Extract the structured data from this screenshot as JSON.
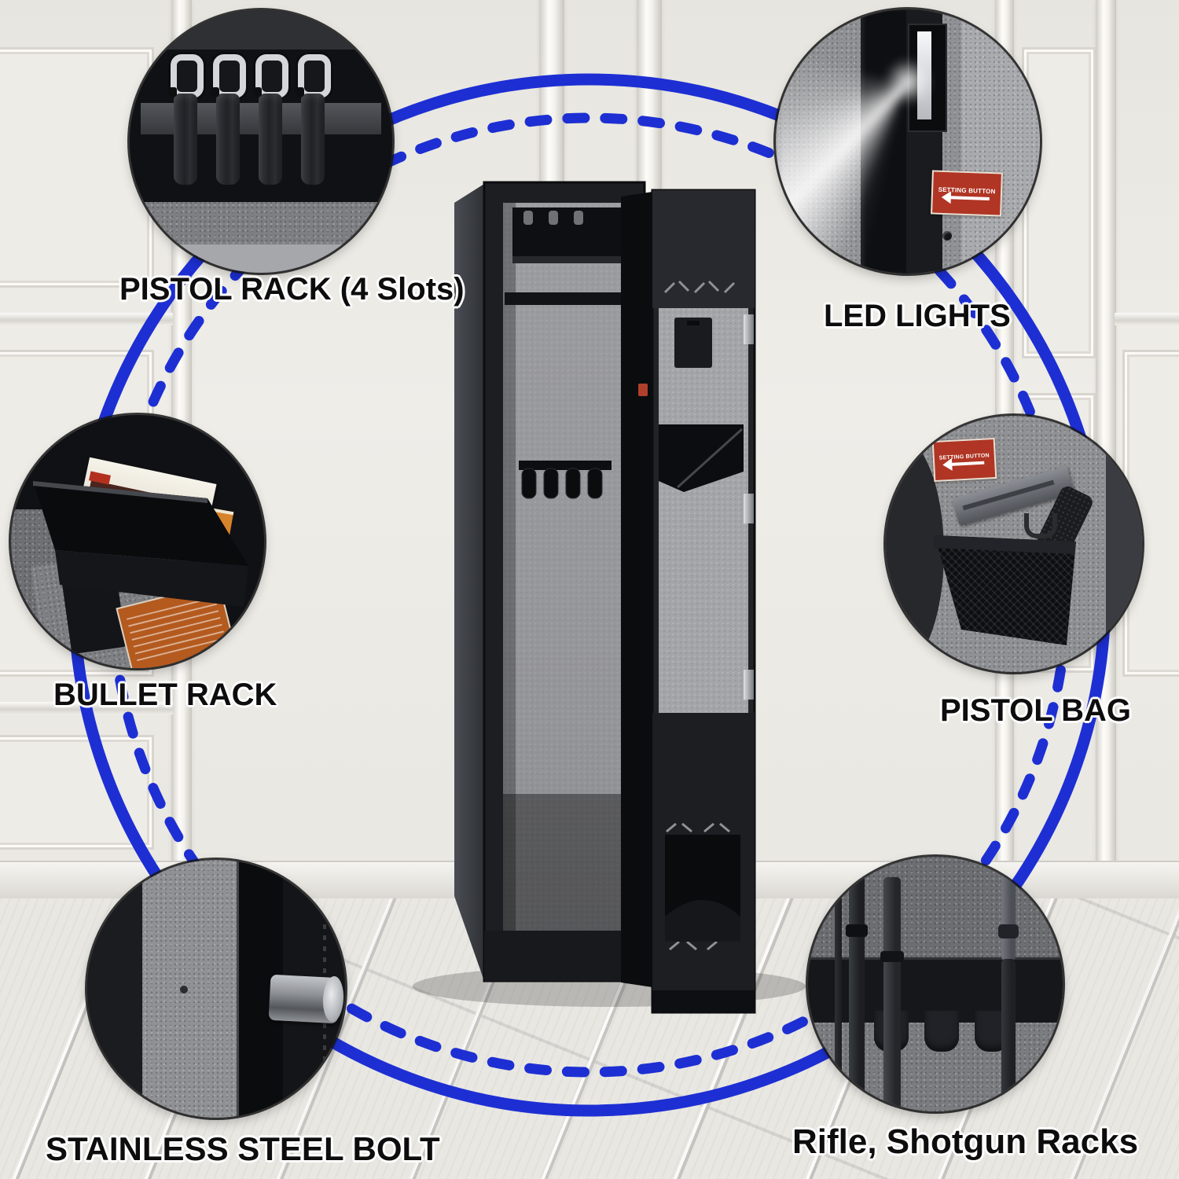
{
  "scene": {
    "type": "product-feature-infographic",
    "subject": "rifle gun safe with open door",
    "ring_color": "#1d2fd3",
    "label_color": "#0d0d0d",
    "label_outline": "#ffffff"
  },
  "callouts": [
    {
      "id": "pistol-rack",
      "label": "PISTOL RACK (4 Slots)",
      "position": "top-left"
    },
    {
      "id": "led-lights",
      "label": "LED LIGHTS",
      "position": "top-right"
    },
    {
      "id": "bullet-rack",
      "label": "BULLET RACK",
      "position": "middle-left"
    },
    {
      "id": "pistol-bag",
      "label": "PISTOL BAG",
      "position": "middle-right"
    },
    {
      "id": "stainless-steel-bolt",
      "label": "STAINLESS STEEL BOLT",
      "position": "bottom-left"
    },
    {
      "id": "rifle-shotgun-racks",
      "label": "Rifle, Shotgun Racks",
      "position": "bottom-right"
    }
  ],
  "stickers": {
    "setting_button": "SETTING BUTTON"
  }
}
